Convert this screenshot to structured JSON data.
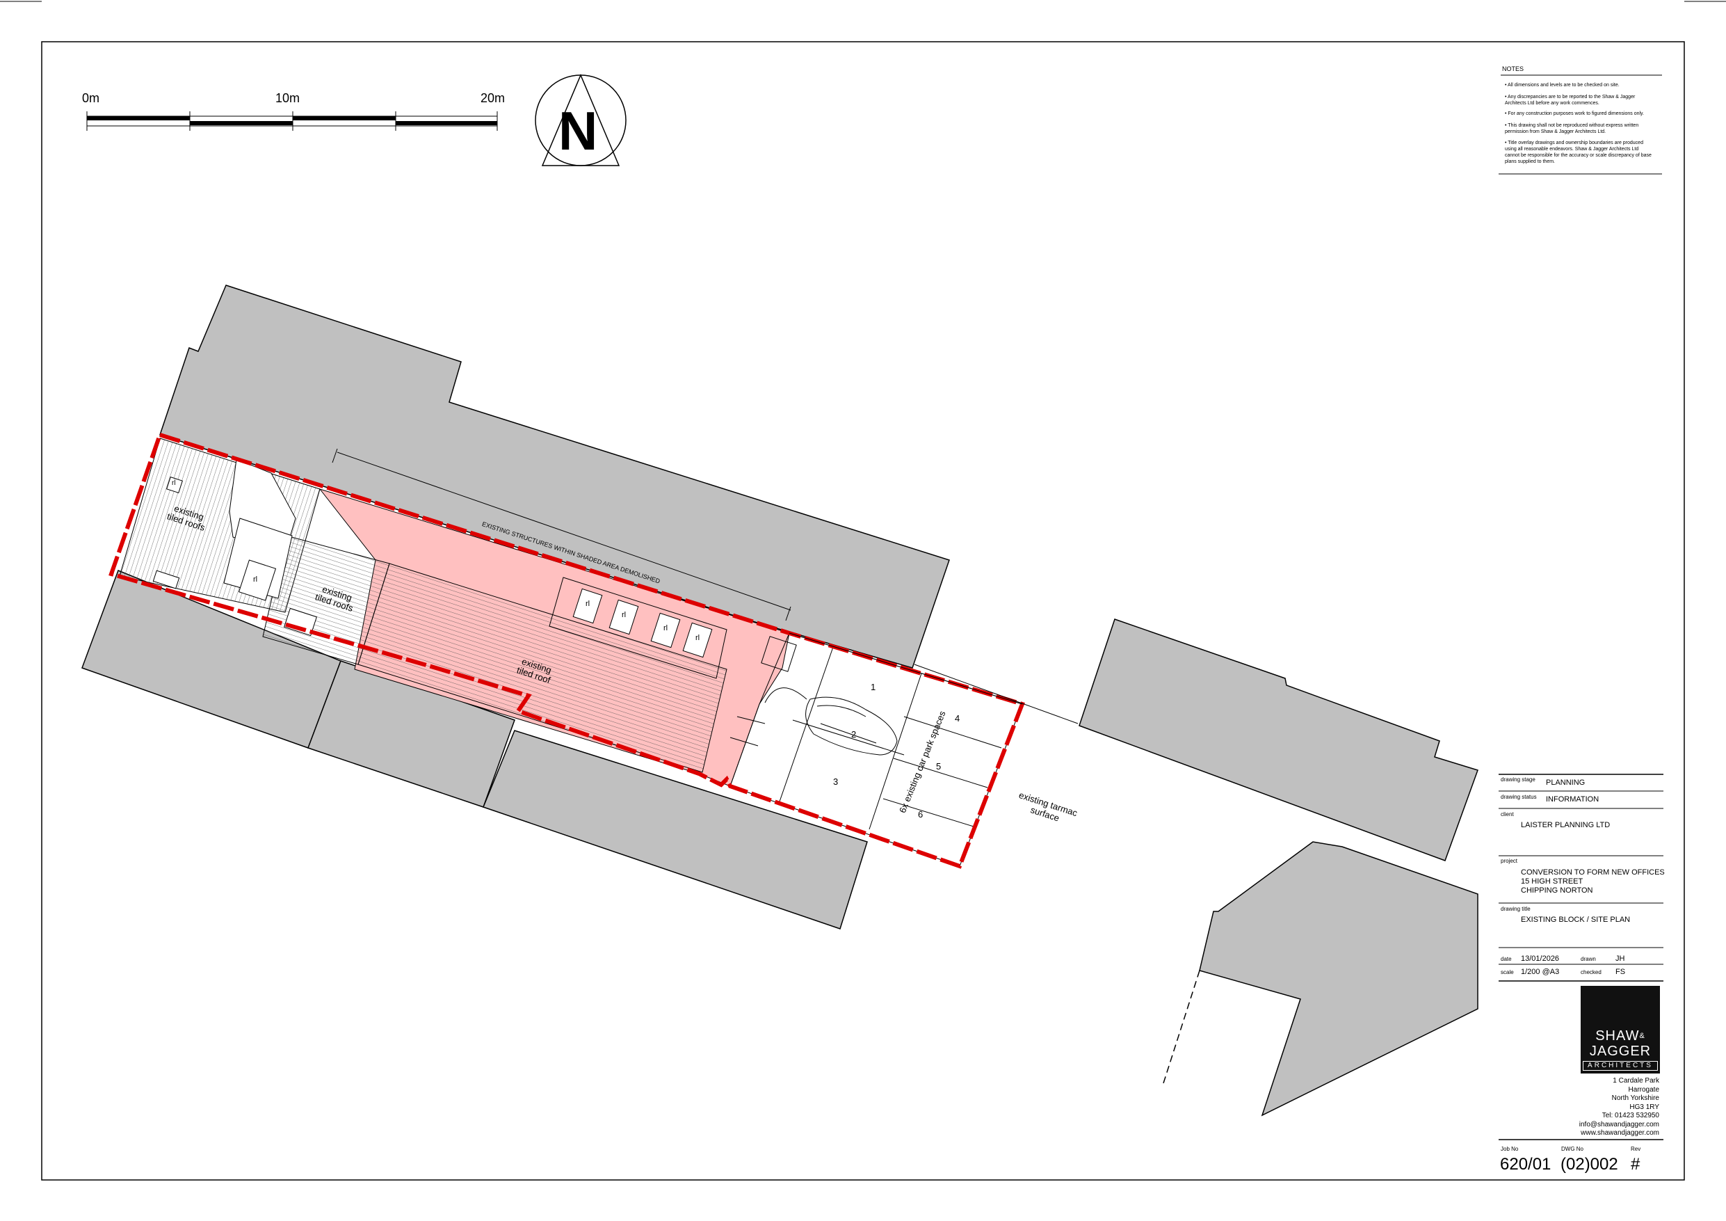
{
  "scale_bar": {
    "labels": [
      "0m",
      "10m",
      "20m"
    ]
  },
  "north_arrow": {
    "letter": "N",
    "icon": "north-arrow-icon"
  },
  "notes": {
    "title": "NOTES",
    "items": [
      "All dimensions and levels are to be checked on site.",
      "Any discrepancies are to be reported to the Shaw & Jagger Architects Ltd before any work commences.",
      "For any construction purposes work to figured dimensions only.",
      "This drawing shall not be reproduced without express written permission from Shaw & Jagger Architects Ltd.",
      "Title overlay drawings and ownership boundaries are produced using all reasonable endeavors. Shaw & Jagger Architects Ltd cannot be responsible for the accuracy or scale discrepancy of base plans supplied to them."
    ]
  },
  "plan": {
    "demolished_note": "EXISTING STRUCTURES WITHIN SHADED AREA DEMOLISHED",
    "roof_label_1": [
      "existing",
      "tiled roofs"
    ],
    "roof_label_2": [
      "existing",
      "tiled roofs"
    ],
    "roof_label_3": [
      "existing",
      "tiled roof"
    ],
    "rooflight_tag": "rl",
    "car_park_label": "6x existing car park spaces",
    "bay_numbers": [
      "1",
      "2",
      "3",
      "4",
      "5",
      "6"
    ],
    "tarmac_label": [
      "existing tarmac",
      "surface"
    ]
  },
  "title_block": {
    "drawing_stage_label": "drawing stage",
    "drawing_stage": "PLANNING",
    "drawing_status_label": "drawing status",
    "drawing_status": "INFORMATION",
    "client_label": "client",
    "client": "LAISTER PLANNING LTD",
    "project_label": "project",
    "project_lines": [
      "CONVERSION TO FORM NEW OFFICES",
      "15 HIGH STREET",
      "CHIPPING NORTON"
    ],
    "drawing_title_label": "drawing title",
    "drawing_title": "EXISTING BLOCK / SITE PLAN",
    "date_label": "date",
    "date": "13/01/2026",
    "drawn_label": "drawn",
    "drawn": "JH",
    "scale_label": "scale",
    "scale": "1/200 @A3",
    "checked_label": "checked",
    "checked": "FS",
    "logo": {
      "line1": "SHAW",
      "amp": "&",
      "line2": "JAGGER",
      "line3": "ARCHITECTS",
      "bg": "#111111"
    },
    "address": [
      "1 Cardale Park",
      "Harrogate",
      "North Yorkshire",
      "HG3 1RY",
      "Tel: 01423 532950",
      "info@shawandjagger.com",
      "www.shawandjagger.com"
    ],
    "job_no_label": "Job No",
    "job_no": "620/01",
    "dwg_no_label": "DWG No",
    "dwg_no": "(02)002",
    "rev_label": "Rev",
    "rev": "#"
  },
  "colors": {
    "neighbour_fill": "#c0c0c0",
    "demolish_fill": "#ffc0c0",
    "boundary": "#dd0000"
  }
}
